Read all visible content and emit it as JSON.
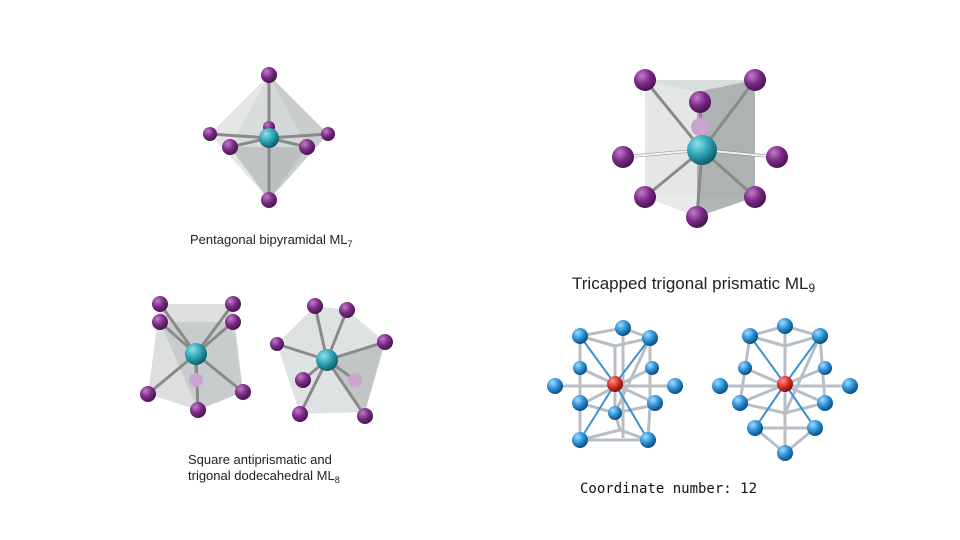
{
  "captions": {
    "ml7": {
      "text": "Pentagonal bipyramidal ML",
      "sub": "7"
    },
    "ml9": {
      "text": "Tricapped trigonal prismatic ML",
      "sub": "9"
    },
    "ml8": {
      "line1": "Square antiprismatic and",
      "line2": "trigonal dodecahedral ML",
      "sub": "8"
    },
    "coordination": "Coordinate number: 12"
  },
  "colors": {
    "ligand": "#7b2a86",
    "metal_teal": "#2aa3b3",
    "metal_red": "#d9302a",
    "atom_blue": "#2b8fd6",
    "face": "#cfd3d3",
    "bond": "#9a9a9a"
  }
}
